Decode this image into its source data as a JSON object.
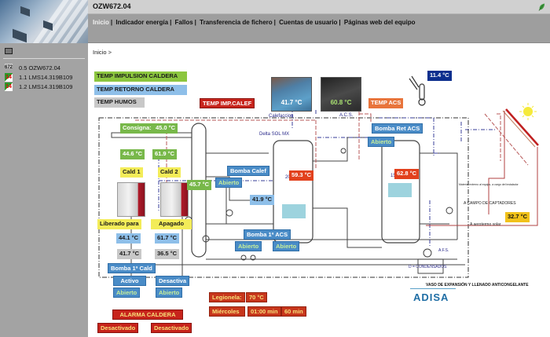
{
  "header": {
    "title": "OZW672.04",
    "nav": [
      "Inicio",
      "Indicador energía",
      "Fallos",
      "Transferencia de fichero",
      "Cuentas de usuario",
      "Páginas web del equipo"
    ],
    "leaf_icon": "leaf-icon"
  },
  "sidebar": {
    "tool_icon": "screen-icon",
    "items": [
      {
        "label": "0.5 OZW672.04",
        "icon": "ozw-device-icon",
        "badge": "672"
      },
      {
        "label": "1.1 LMS14.319B109",
        "icon": "lms-device-icon",
        "badge": "14"
      },
      {
        "label": "1.2 LMS14.319B109",
        "icon": "lms-device-icon",
        "badge": "14"
      }
    ]
  },
  "breadcrumb": "Inicio >",
  "legend": {
    "impulsion": "TEMP IMPULSION CALDERA",
    "retorno": "TEMP RETORNO CALDERA",
    "humos": "TEMP HUMOS"
  },
  "labels": {
    "temp_imp_calef": "TEMP IMP.CALEF",
    "temp_acs": "TEMP ACS",
    "calefaccion": "Calefaccion",
    "acs": "A.C.S.",
    "delta_sol": "Delta SOL MX",
    "tank1": "2000 l",
    "tank2": "1500 l",
    "campo": "A CAMPO DE CAPTADORES",
    "aerotermo": "A aerotermo solar",
    "afs": "A.F.S.",
    "condensados": "D = CONDENSADOS",
    "vaso": "VASO DE EXPANSIÓN Y LLENADO ANTICONGELANTE",
    "material": "Material externo al equipo, a cargo del instalador",
    "logo": "ADISA",
    "consigna": "Consigna:"
  },
  "values": {
    "outdoor": "11.4 °C",
    "calef_photo": "41.7 °C",
    "acs_photo": "60.8 °C",
    "consigna": "45.0 °C",
    "cald1_imp": "44.6 °C",
    "cald2_imp": "61.9 °C",
    "collector": "45.7 °C",
    "tank1": "59.3 °C",
    "tank2": "62.8 °C",
    "calef_ret": "41.9 °C",
    "solar": "32.7 °C",
    "cald1_ret": "44.1 °C",
    "cald2_ret": "61.7 °C",
    "cald1_humos": "41.7 °C",
    "cald2_humos": "36.5 °C"
  },
  "boilers": {
    "cald1": "Cald 1",
    "cald2": "Cald 2",
    "cald1_state": "Liberado para",
    "cald2_state": "Apagado"
  },
  "pumps": {
    "bomba_calef": "Bomba Calef",
    "bomba_calef_state": "Abierto",
    "bomba_ret_acs": "Bomba Ret ACS",
    "bomba_ret_acs_state": "Abierto",
    "bomba_1_acs": "Bomba 1ª ACS",
    "bomba_1_acs_state1": "Abierto",
    "bomba_1_acs_state2": "Abierto",
    "bomba_1_cald": "Bomba 1ª Cald",
    "cald1_pump": "Activo",
    "cald2_pump": "Desactiva",
    "cald1_valve": "Abierto",
    "cald2_valve": "Abierto"
  },
  "alarm": {
    "title": "ALARMA CALDERA",
    "state1": "Desactivado",
    "state2": "Desactivado"
  },
  "legionela": {
    "label": "Legionela:",
    "temp": "70 °C",
    "day": "Miércoles",
    "time": "01:00 min",
    "duration": "60 min"
  },
  "colors": {
    "green": "#8cc63f",
    "blue": "#8ebfe9",
    "gray": "#c8c8c8",
    "red": "#c7241c",
    "pump_blue": "#4a8cc7",
    "navy": "#0d2f8e"
  }
}
